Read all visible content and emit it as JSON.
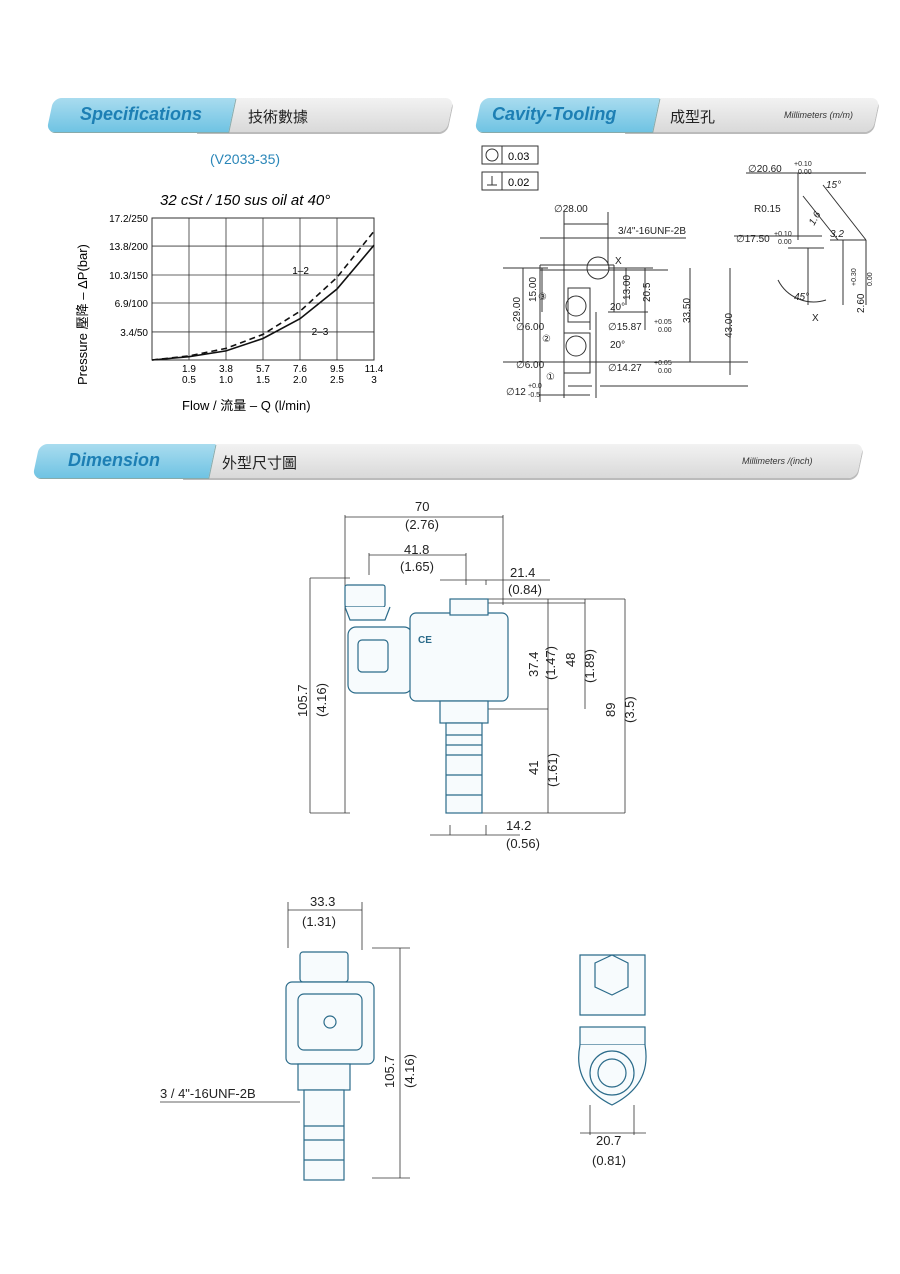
{
  "spec": {
    "title_en": "Specifications",
    "title_zh": "技術數據",
    "model": "(V2033-35)",
    "chart_title": "32 cSt / 150 sus oil at 40°"
  },
  "cavity": {
    "title_en": "Cavity-Tooling",
    "title_zh": "成型孔",
    "units": "Millimeters (m/m)",
    "tol1": "0.03",
    "tol2": "0.02",
    "dims": {
      "d2800": "∅28.00",
      "thread": "3/4\"-16UNF-2B",
      "x_label": "X",
      "d1500": "15.00",
      "d2900": "29.00",
      "d1300": "13.00",
      "d205": "20.5",
      "d3350": "33.50",
      "d4300": "43.00",
      "d600a": "∅6.00",
      "d600b": "∅6.00",
      "d1587": "∅15.87",
      "d1587_tol_up": "+0.05",
      "d1587_tol_dn": "0.00",
      "d1427": "∅14.27",
      "d1427_tol_up": "+0.05",
      "d1427_tol_dn": "0.00",
      "angle20a": "20°",
      "angle20b": "20°",
      "d12": "∅12",
      "d12_tol_up": "+0.0",
      "d12_tol_dn": "-0.5",
      "port1": "①",
      "port2": "②",
      "port3": "③",
      "d2060": "∅20.60",
      "d2060_tol_up": "+0.10",
      "d2060_tol_dn": "0.00",
      "angle15": "15°",
      "r015": "R0.15",
      "d1750": "∅17.50",
      "d1750_tol_up": "+0.10",
      "d1750_tol_dn": "0.00",
      "f16": "1.6",
      "f32": "3.2",
      "angle45": "45°",
      "d260": "2.60",
      "d260_tol_up": "+0.30",
      "d260_tol_dn": "0.00",
      "x_label2": "X"
    }
  },
  "dimension": {
    "title_en": "Dimension",
    "title_zh": "外型尺寸圖",
    "units": "Millimeters /(inch)",
    "d70": "70",
    "d70i": "(2.76)",
    "d418": "41.8",
    "d418i": "(1.65)",
    "d214": "21.4",
    "d214i": "(0.84)",
    "d1057": "105.7",
    "d1057i": "(4.16)",
    "d374": "37.4",
    "d374i": "(1.47)",
    "d48": "48",
    "d48i": "(1.89)",
    "d89": "89",
    "d89i": "(3.5)",
    "d41": "41",
    "d41i": "(1.61)",
    "d142": "14.2",
    "d142i": "(0.56)",
    "d333": "33.3",
    "d333i": "(1.31)",
    "d1057b": "105.7",
    "d1057bi": "(4.16)",
    "thread": "3 / 4\"-16UNF-2B",
    "d207": "20.7",
    "d207i": "(0.81)",
    "ce": "CE"
  },
  "chart_data": {
    "type": "line",
    "title": "32 cSt / 150 sus oil at 40°",
    "xlabel": "Flow / 流量 – Q (l/min)",
    "ylabel": "Pressure  壓降 – ΔP(bar)",
    "x_ticks_lpm": [
      "1.9",
      "3.8",
      "5.7",
      "7.6",
      "9.5",
      "11.4"
    ],
    "x_ticks_gpm": [
      "0.5",
      "1.0",
      "1.5",
      "2.0",
      "2.5",
      "3"
    ],
    "y_ticks": [
      "3.4/50",
      "6.9/100",
      "10.3/150",
      "13.8/200",
      "17.2/250"
    ],
    "xlim": [
      0,
      11.4
    ],
    "ylim": [
      0,
      17.2
    ],
    "grid": true,
    "series": [
      {
        "name": "1–2",
        "style": "dashed",
        "x": [
          0,
          1.9,
          3.8,
          5.7,
          7.6,
          9.5,
          11.4
        ],
        "y": [
          0,
          0.5,
          1.4,
          3.1,
          5.9,
          10.0,
          15.6
        ]
      },
      {
        "name": "2–3",
        "style": "solid",
        "x": [
          0,
          1.9,
          3.8,
          5.7,
          7.6,
          9.5,
          11.4
        ],
        "y": [
          0,
          0.4,
          1.1,
          2.6,
          5.0,
          8.6,
          13.9
        ]
      }
    ]
  }
}
